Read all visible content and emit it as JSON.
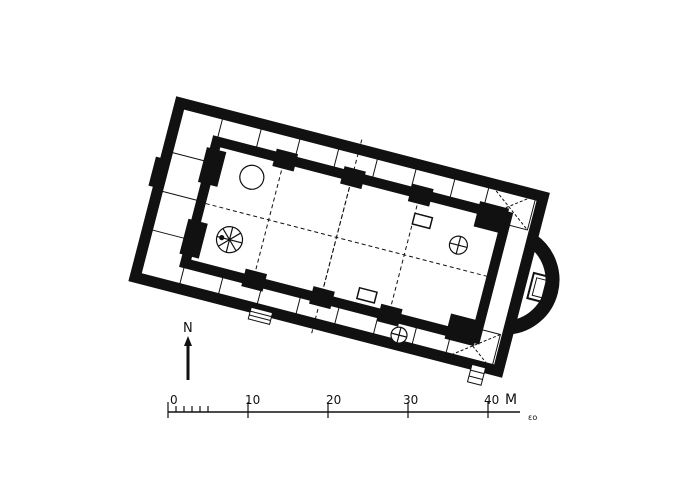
{
  "plan": {
    "north_label": "N",
    "scale": {
      "ticks": [
        "0",
        "10",
        "20",
        "30",
        "40"
      ],
      "unit": "M",
      "trailing_mark": "ɛo"
    }
  }
}
